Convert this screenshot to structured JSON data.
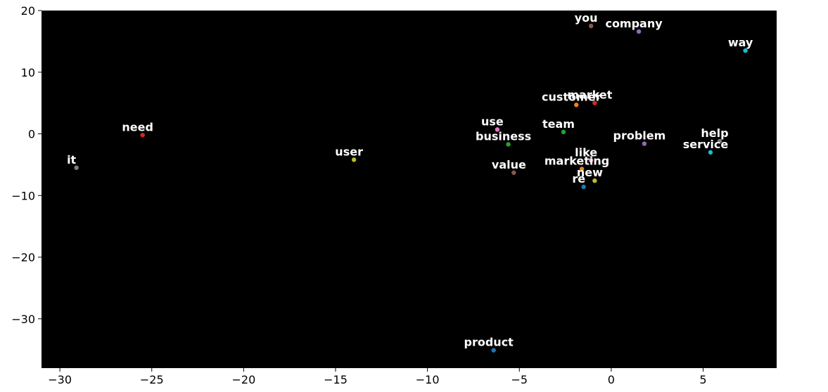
{
  "chart_data": {
    "type": "scatter",
    "title": "",
    "xlabel": "",
    "ylabel": "",
    "xlim": [
      -31,
      9
    ],
    "ylim": [
      -38,
      20
    ],
    "x_ticks": [
      -30,
      -25,
      -20,
      -15,
      -10,
      -5,
      0,
      5
    ],
    "x_tick_labels": [
      "−30",
      "−25",
      "−20",
      "−15",
      "−10",
      "−5",
      "0",
      "5"
    ],
    "y_ticks": [
      20,
      10,
      0,
      -10,
      -20,
      -30
    ],
    "y_tick_labels": [
      "20",
      "10",
      "0",
      "−10",
      "−20",
      "−30"
    ],
    "background": "#000000",
    "grid": false,
    "points": [
      {
        "label": "re",
        "x": -1.5,
        "y": -8.6,
        "color": "#1f77b4"
      },
      {
        "label": "customer",
        "x": -1.9,
        "y": 4.7,
        "color": "#ff7f0e"
      },
      {
        "label": "team",
        "x": -2.6,
        "y": 0.3,
        "color": "#2ca02c"
      },
      {
        "label": "market",
        "x": -0.9,
        "y": 5.0,
        "color": "#d62728"
      },
      {
        "label": "company",
        "x": 1.5,
        "y": 16.6,
        "color": "#9467bd"
      },
      {
        "label": "value",
        "x": -5.3,
        "y": -6.3,
        "color": "#8c564b"
      },
      {
        "label": "like",
        "x": -1.1,
        "y": -4.3,
        "color": "#e377c2"
      },
      {
        "label": "help",
        "x": 5.9,
        "y": -1.2,
        "color": "#7f7f7f"
      },
      {
        "label": "new",
        "x": -0.9,
        "y": -7.6,
        "color": "#bcbd22"
      },
      {
        "label": "way",
        "x": 7.3,
        "y": 13.5,
        "color": "#17becf"
      },
      {
        "label": "product",
        "x": -6.4,
        "y": -35.1,
        "color": "#1f77b4"
      },
      {
        "label": "marketing",
        "x": -1.6,
        "y": -5.7,
        "color": "#ff7f0e"
      },
      {
        "label": "business",
        "x": -5.6,
        "y": -1.7,
        "color": "#2ca02c"
      },
      {
        "label": "need",
        "x": -25.5,
        "y": -0.2,
        "color": "#d62728"
      },
      {
        "label": "problem",
        "x": 1.8,
        "y": -1.6,
        "color": "#9467bd"
      },
      {
        "label": "you",
        "x": -1.1,
        "y": 17.5,
        "color": "#8c564b"
      },
      {
        "label": "use",
        "x": -6.2,
        "y": 0.7,
        "color": "#e377c2"
      },
      {
        "label": "it",
        "x": -29.1,
        "y": -5.5,
        "color": "#7f7f7f"
      },
      {
        "label": "user",
        "x": -14.0,
        "y": -4.2,
        "color": "#bcbd22"
      },
      {
        "label": "service",
        "x": 5.4,
        "y": -3.0,
        "color": "#17becf"
      }
    ]
  }
}
